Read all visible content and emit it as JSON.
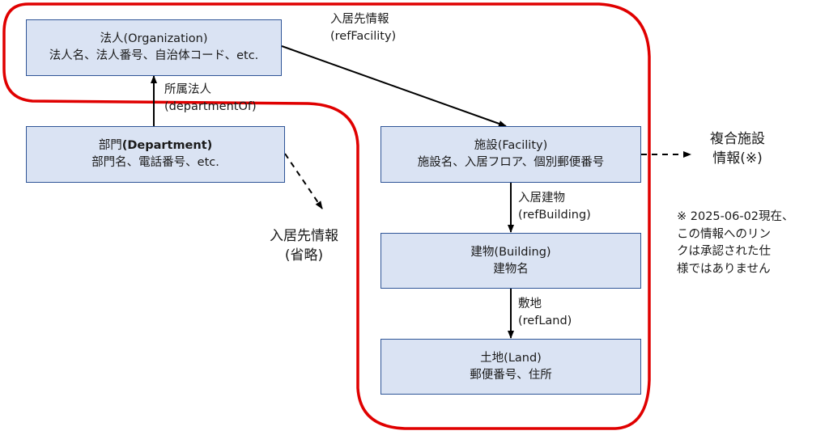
{
  "boxes": {
    "organization": {
      "title": "法人(Organization)",
      "detail": "法人名、法人番号、自治体コード、etc."
    },
    "department": {
      "title_prefix": "部門",
      "title_bold": "(Department)",
      "detail": "部門名、電話番号、etc."
    },
    "facility": {
      "title": "施設(Facility)",
      "detail": "施設名、入居フロア、個別郵便番号"
    },
    "building": {
      "title": "建物(Building)",
      "detail": "建物名"
    },
    "land": {
      "title": "土地(Land)",
      "detail": "郵便番号、住所"
    }
  },
  "links": {
    "ref_facility": {
      "name": "入居先情報",
      "prop": "(refFacility)"
    },
    "department_of": {
      "name": "所属法人",
      "prop": "(departmentOf)"
    },
    "ref_building": {
      "name": "入居建物",
      "prop": "(refBuilding)"
    },
    "ref_land": {
      "name": "敷地",
      "prop": "(refLand)"
    },
    "dept_facility_omitted": {
      "line1": "入居先情報",
      "line2": "(省略)"
    },
    "complex_facility": {
      "line1": "複合施設",
      "line2": "情報(※)"
    }
  },
  "note": {
    "line1": "※ 2025-06-02現在、",
    "line2": "この情報へのリン",
    "line3": "クは承認された仕",
    "line4": "様ではありません"
  },
  "colors": {
    "box_fill": "#dae3f3",
    "box_border": "#2f5597",
    "highlight": "#e00000",
    "arrow": "#000000"
  }
}
